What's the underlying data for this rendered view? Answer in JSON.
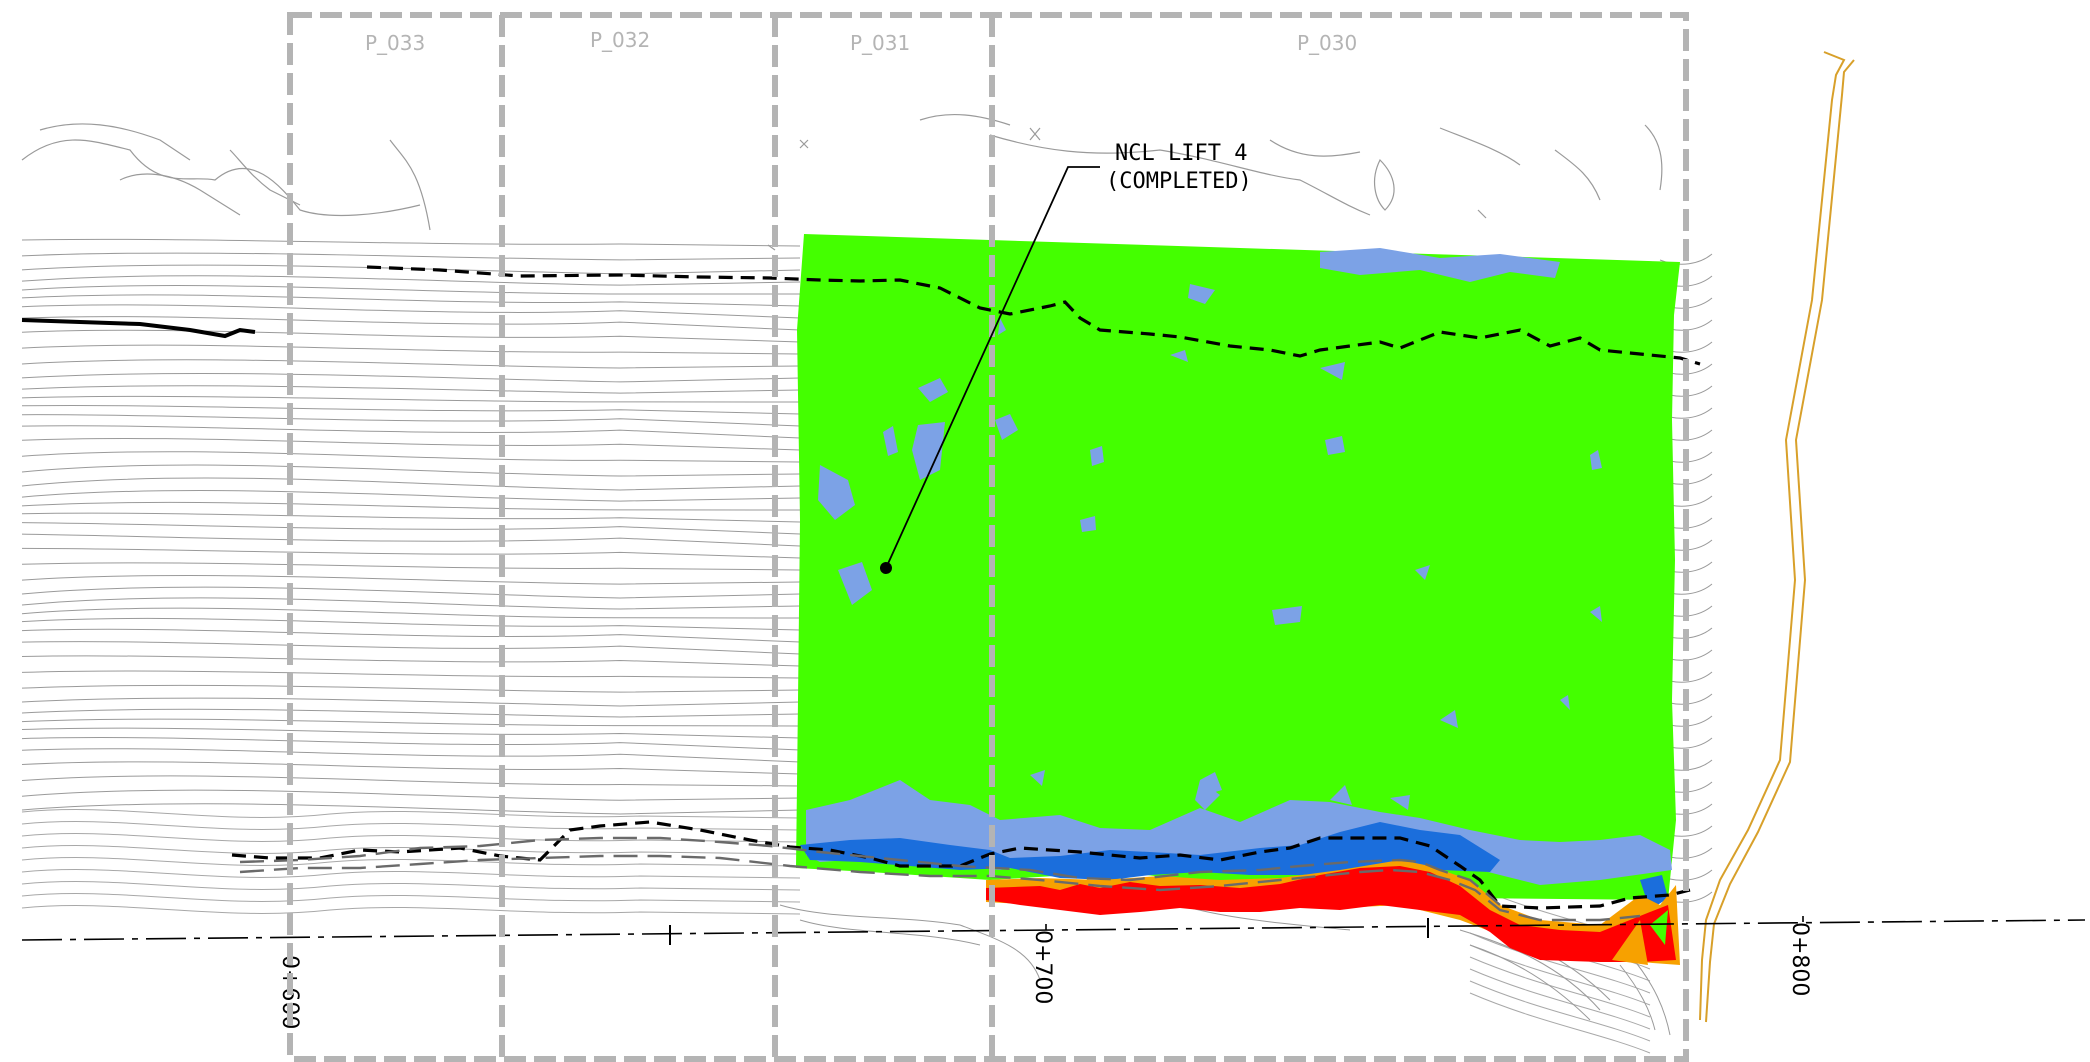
{
  "panels": [
    {
      "id": "P_033"
    },
    {
      "id": "P_032"
    },
    {
      "id": "P_031"
    },
    {
      "id": "P_030"
    }
  ],
  "callout": {
    "line1": "NCL LIFT 4",
    "line2": "(COMPLETED)"
  },
  "stations": {
    "s600": "0+600",
    "s700": "0+700",
    "s800": "0+800"
  },
  "colors": {
    "completed_fill": "#44ff00",
    "light_blue": "#7ca2e6",
    "dark_blue": "#1b6edc",
    "red": "#ff0000",
    "orange": "#f7a100",
    "panel_outline": "#b4b4b4",
    "contour": "#9a9a9a",
    "road": "#d8a02a"
  }
}
